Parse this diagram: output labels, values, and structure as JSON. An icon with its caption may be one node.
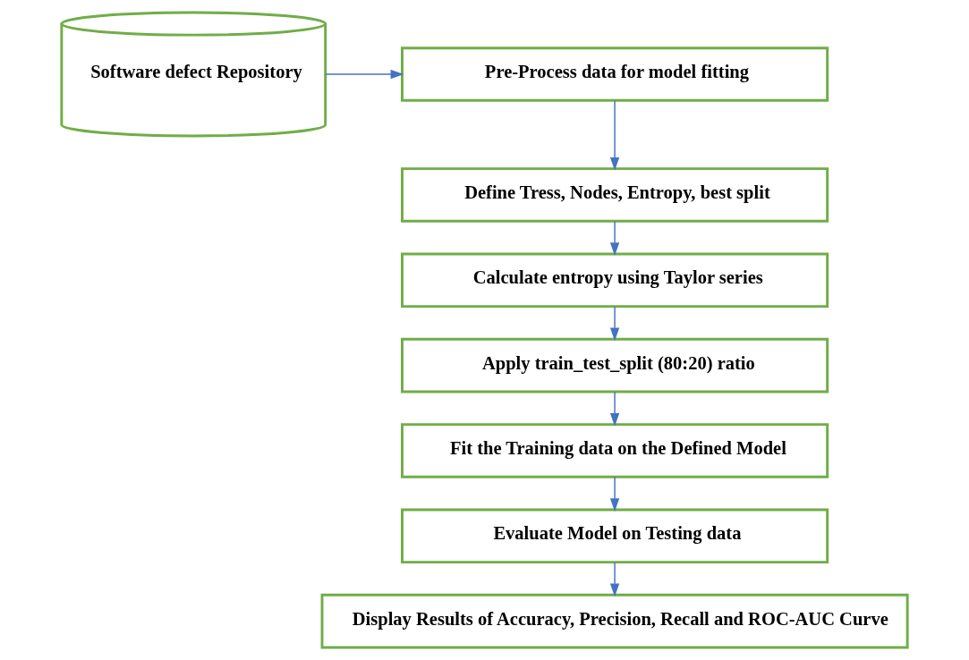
{
  "diagram": {
    "nodes": [
      {
        "text": [
          "Software defect Repository"
        ]
      },
      {
        "text": [
          "Pre-Process data for model fitting"
        ]
      },
      {
        "text": [
          "Define Tress, Nodes, Entropy, best split"
        ]
      },
      {
        "text": [
          "Calculate entropy using Taylor series"
        ]
      },
      {
        "text": [
          "Apply train_test_split (80:20) ratio"
        ]
      },
      {
        "text": [
          "Fit the Training data on the Defined Model"
        ]
      },
      {
        "text": [
          "Evaluate Model on Testing data"
        ]
      },
      {
        "text": [
          "Display Results of Accuracy, Precision, Recall and ROC-AUC Curve"
        ]
      }
    ],
    "edges": [
      {
        "from": 0,
        "to": 1,
        "arrow": "to"
      },
      {
        "from": 1,
        "to": 2,
        "arrow": "to"
      },
      {
        "from": 2,
        "to": 3,
        "arrow": "to"
      },
      {
        "from": 3,
        "to": 4,
        "arrow": "to"
      },
      {
        "from": 4,
        "to": 5,
        "arrow": "to"
      },
      {
        "from": 5,
        "to": 6,
        "arrow": "to"
      },
      {
        "from": 6,
        "to": 7,
        "arrow": "to"
      }
    ]
  }
}
